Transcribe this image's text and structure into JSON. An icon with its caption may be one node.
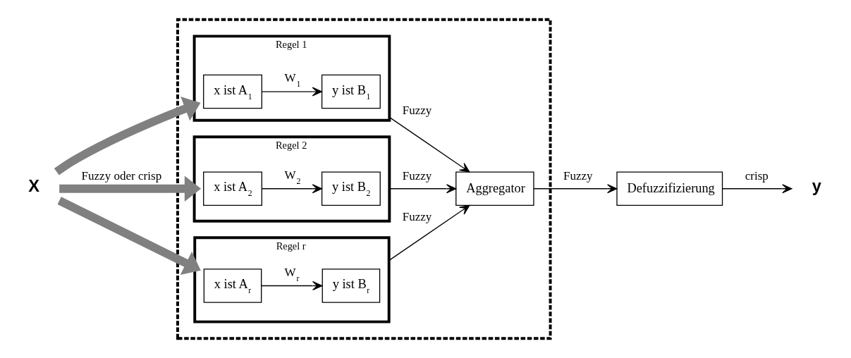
{
  "diagram": {
    "nodes": [
      {
        "text": [],
        "shape": "box"
      },
      {
        "text": [
          "Regel 1"
        ],
        "in": 0
      },
      {
        "text": [
          "x ist A$_{1}$"
        ],
        "in": 1
      },
      {
        "text": [
          "y ist B$_{1}$"
        ],
        "in": 1
      },
      {
        "text": [
          "Regel 2"
        ],
        "in": 0
      },
      {
        "text": [
          "x ist A$_{2}$"
        ],
        "in": 4
      },
      {
        "text": [
          "y ist B$_{2}$"
        ],
        "in": 4
      },
      {
        "text": [
          "Regel r"
        ],
        "in": 0
      },
      {
        "text": [
          "x ist A$_{r}$"
        ],
        "in": 7
      },
      {
        "text": [
          "y ist B$_{r}$"
        ],
        "in": 7
      },
      {
        "text": [
          "Aggregator"
        ],
        "in": 0
      },
      {
        "text": [
          "Defuzzifizierung"
        ]
      },
      {
        "text": [
          "X"
        ]
      },
      {
        "text": [
          "y"
        ]
      }
    ],
    "edges": [
      {
        "from": 2,
        "to": 3,
        "arrow": "to",
        "label": "W$_{1}$"
      },
      {
        "from": 5,
        "to": 6,
        "arrow": "to",
        "label": "W$_{2}$"
      },
      {
        "from": 8,
        "to": 9,
        "arrow": "to",
        "label": "W$_{r}$"
      },
      {
        "from": 12,
        "to": 1,
        "arrow": "to",
        "style": "thick",
        "color": "#808080"
      },
      {
        "from": 12,
        "to": 4,
        "arrow": "to",
        "style": "thick",
        "color": "#808080",
        "label": "Fuzzy oder crisp"
      },
      {
        "from": 12,
        "to": 7,
        "arrow": "to",
        "style": "thick",
        "color": "#808080"
      },
      {
        "from": 1,
        "to": 10,
        "arrow": "to",
        "label": "Fuzzy"
      },
      {
        "from": 4,
        "to": 10,
        "arrow": "to",
        "label": "Fuzzy"
      },
      {
        "from": 7,
        "to": 10,
        "arrow": "to",
        "label": "Fuzzy"
      },
      {
        "from": 10,
        "to": 11,
        "arrow": "to",
        "label": "Fuzzy"
      },
      {
        "from": 11,
        "to": 13,
        "arrow": "to",
        "label": "crisp"
      }
    ]
  }
}
